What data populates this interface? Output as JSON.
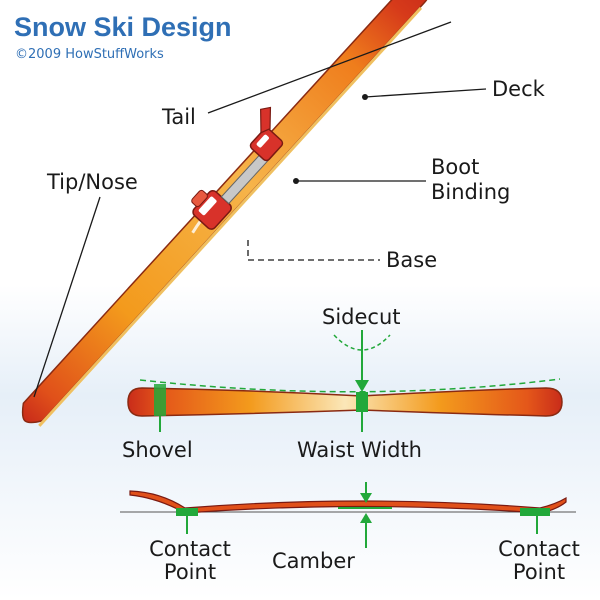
{
  "title": "Snow Ski Design",
  "credit": "©2009 HowStuffWorks",
  "colors": {
    "title": "#2f6fb5",
    "ski_orange": "#f39a1c",
    "ski_red": "#c92c1a",
    "binding_red": "#d8322a",
    "guide_green": "#22a83a",
    "panel_bg": "#e4eef7"
  },
  "labels": {
    "tail": "Tail",
    "deck": "Deck",
    "tip_nose": "Tip/Nose",
    "boot_binding_line1": "Boot",
    "boot_binding_line2": "Binding",
    "base": "Base",
    "sidecut": "Sidecut",
    "shovel": "Shovel",
    "waist_width": "Waist Width",
    "contact_point_line1": "Contact",
    "contact_point_line2": "Point",
    "camber": "Camber"
  }
}
